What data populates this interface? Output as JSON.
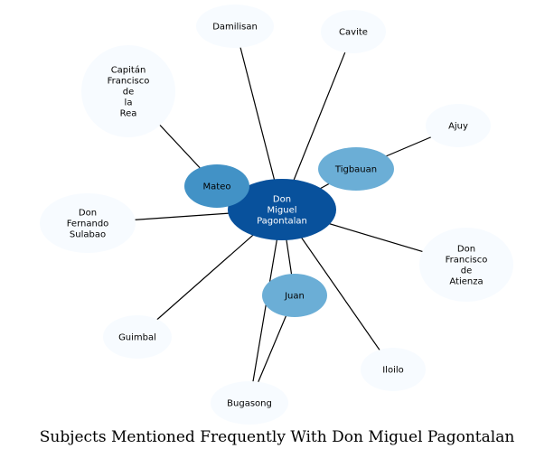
{
  "title": "Subjects Mentioned Frequently With Don Miguel Pagontalan",
  "colors": {
    "center": "#08519c",
    "mid": "#4292c6",
    "light": "#6baed6",
    "faint": "#f7fbff",
    "edge": "#000000"
  },
  "nodes": [
    {
      "id": "center",
      "lines": [
        "Don",
        "Miguel",
        "Pagontalan"
      ],
      "tone": "center",
      "text_color": "#ffffff"
    },
    {
      "id": "damilisan",
      "lines": [
        "Damilisan"
      ],
      "tone": "faint"
    },
    {
      "id": "cavite",
      "lines": [
        "Cavite"
      ],
      "tone": "faint"
    },
    {
      "id": "capitan",
      "lines": [
        "Capitán",
        "Francisco",
        "de",
        "la",
        "Rea"
      ],
      "tone": "faint"
    },
    {
      "id": "ajuy",
      "lines": [
        "Ajuy"
      ],
      "tone": "faint"
    },
    {
      "id": "tigbauan",
      "lines": [
        "Tigbauan"
      ],
      "tone": "light"
    },
    {
      "id": "mateo",
      "lines": [
        "Mateo"
      ],
      "tone": "mid"
    },
    {
      "id": "fernando",
      "lines": [
        "Don",
        "Fernando",
        "Sulabao"
      ],
      "tone": "faint"
    },
    {
      "id": "atienza",
      "lines": [
        "Don",
        "Francisco",
        "de",
        "Atienza"
      ],
      "tone": "faint"
    },
    {
      "id": "juan",
      "lines": [
        "Juan"
      ],
      "tone": "light"
    },
    {
      "id": "guimbal",
      "lines": [
        "Guimbal"
      ],
      "tone": "faint"
    },
    {
      "id": "iloilo",
      "lines": [
        "Iloilo"
      ],
      "tone": "faint"
    },
    {
      "id": "bugasong",
      "lines": [
        "Bugasong"
      ],
      "tone": "faint"
    }
  ],
  "edges": [
    [
      "center",
      "damilisan"
    ],
    [
      "center",
      "cavite"
    ],
    [
      "center",
      "mateo"
    ],
    [
      "mateo",
      "capitan"
    ],
    [
      "center",
      "tigbauan"
    ],
    [
      "tigbauan",
      "ajuy"
    ],
    [
      "center",
      "fernando"
    ],
    [
      "center",
      "atienza"
    ],
    [
      "center",
      "juan"
    ],
    [
      "center",
      "guimbal"
    ],
    [
      "center",
      "iloilo"
    ],
    [
      "center",
      "bugasong"
    ],
    [
      "juan",
      "bugasong"
    ]
  ]
}
